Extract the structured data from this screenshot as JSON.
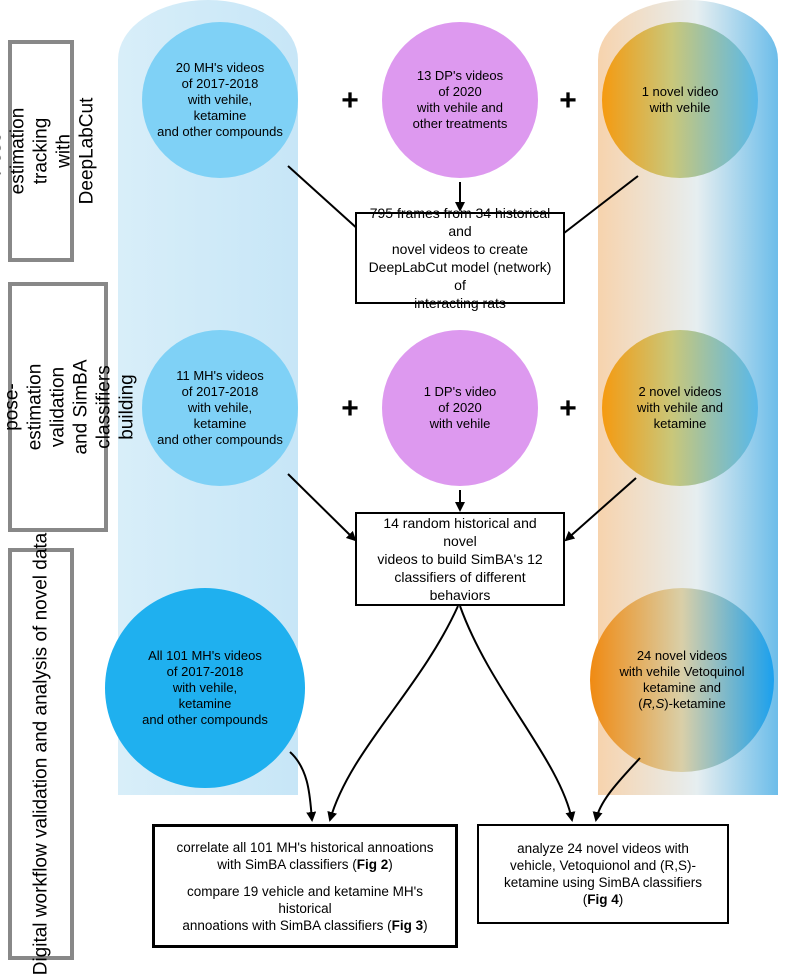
{
  "side_labels": [
    "Pose-estimation tracking\nwith DeepLabCut",
    "DeepLabCut pose-estimation\nvalidation\nand SimBA classifiers building",
    "Digital workflow validation and analysis of novel data"
  ],
  "row1": {
    "mh": "20 MH's videos\nof 2017-2018\nwith vehile,\nketamine\nand other compounds",
    "dp": "13 DP's videos\nof 2020\nwith vehile and\nother treatments",
    "novel": "1 novel video\nwith vehile",
    "result": "795 frames from 34 historical and\nnovel videos to create\nDeepLabCut model (network) of\ninteracting rats"
  },
  "row2": {
    "mh": "11 MH's videos\nof 2017-2018\nwith vehile,\nketamine\nand other compounds",
    "dp": "1 DP's video\nof 2020\nwith vehile",
    "novel": "2 novel videos\nwith vehile and\nketamine",
    "result": "14 random historical and novel\nvideos to build SimBA's 12\nclassifiers of different behaviors"
  },
  "row3": {
    "mh": "All 101 MH's videos\nof 2017-2018\nwith vehile,\nketamine\nand other compounds",
    "novel_lines": [
      "24 novel videos",
      "with vehile Vetoquinol",
      "ketamine and"
    ],
    "novel_rs": "R,S",
    "novel_tail": "-ketamine"
  },
  "outputs": {
    "left_p1_text": "correlate all 101 MH's historical annoations\nwith SimBA classifiers (",
    "left_p1_ref": "Fig 2",
    "left_p2_text": "compare 19 vehicle and ketamine MH's historical\nannoations with SimBA classifiers (",
    "left_p2_ref": "Fig 3",
    "right_text": "analyze 24 novel videos with\nvehicle, Vetoquionol and (R,S)-\nketamine using SimBA classifiers\n(",
    "right_ref": "Fig 4",
    "close_paren": ")"
  },
  "plus_sign": "+",
  "colors": {
    "light_blue_column": "#cfe9f8",
    "mh_circle": "#7fd1f6",
    "mh_circle_bright": "#1fb0ef",
    "dp_circle": "#dd99ef",
    "novel_orange": "#f5a20c",
    "novel_blue": "#6dbde9",
    "side_border": "#888888"
  }
}
